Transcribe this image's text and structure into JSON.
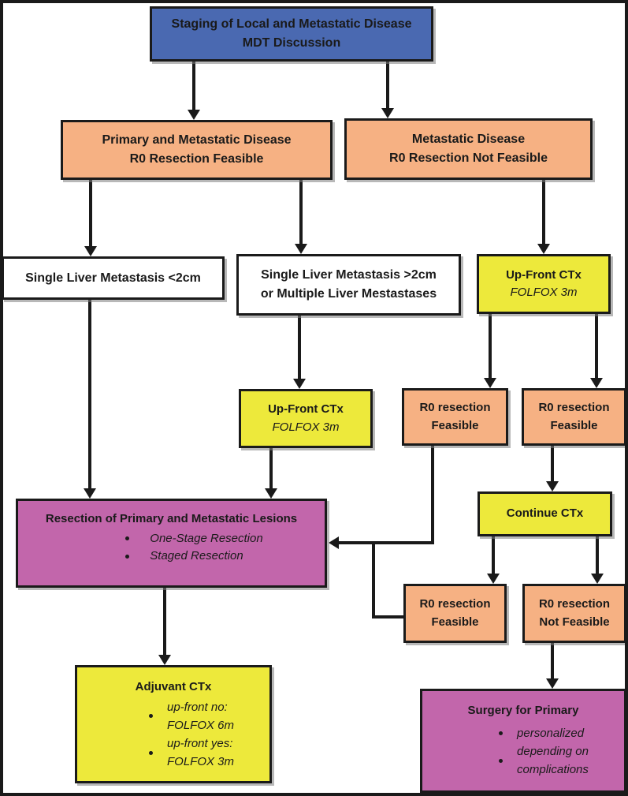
{
  "colors": {
    "blue": "#4a69b1",
    "orange": "#f6b183",
    "yellow": "#ede93b",
    "magenta": "#c266ab",
    "white": "#ffffff",
    "line": "#1a1a1a"
  },
  "nodes": {
    "staging": {
      "line1": "Staging of Local and Metastatic Disease",
      "line2": "MDT Discussion"
    },
    "primary_meta_feasible": {
      "line1": "Primary and Metastatic Disease",
      "line2": "R0 Resection Feasible"
    },
    "meta_not_feasible": {
      "line1": "Metastatic Disease",
      "line2": "R0 Resection Not Feasible"
    },
    "single_liver_lt2": {
      "line1": "Single Liver Metastasis <2cm"
    },
    "single_liver_gt2": {
      "line1": "Single Liver Metastasis >2cm",
      "line2": "or Multiple Liver Mestastases"
    },
    "upfront_ctx_right": {
      "line1": "Up-Front CTx",
      "line2": "FOLFOX 3m"
    },
    "upfront_ctx_mid": {
      "line1": "Up-Front CTx",
      "line2": "FOLFOX 3m"
    },
    "r0_feasible_a": {
      "line1": "R0 resection",
      "line2": "Feasible"
    },
    "r0_feasible_b": {
      "line1": "R0 resection",
      "line2": "Feasible"
    },
    "continue_ctx": {
      "line1": "Continue CTx"
    },
    "resection_lesions": {
      "title": "Resection of Primary and Metastatic Lesions",
      "bullet1": "One-Stage Resection",
      "bullet2": "Staged Resection"
    },
    "r0_feasible_c": {
      "line1": "R0 resection",
      "line2": "Feasible"
    },
    "r0_not_feasible": {
      "line1": "R0 resection",
      "line2": "Not Feasible"
    },
    "adjuvant_ctx": {
      "title": "Adjuvant CTx",
      "b1_line1": "up-front no:",
      "b1_line2": "FOLFOX 6m",
      "b2_line1": "up-front yes:",
      "b2_line2": "FOLFOX 3m"
    },
    "surgery_primary": {
      "title": "Surgery for Primary",
      "bullet1": "personalized",
      "b2_line1": "depending on",
      "b2_line2": "complications"
    }
  }
}
